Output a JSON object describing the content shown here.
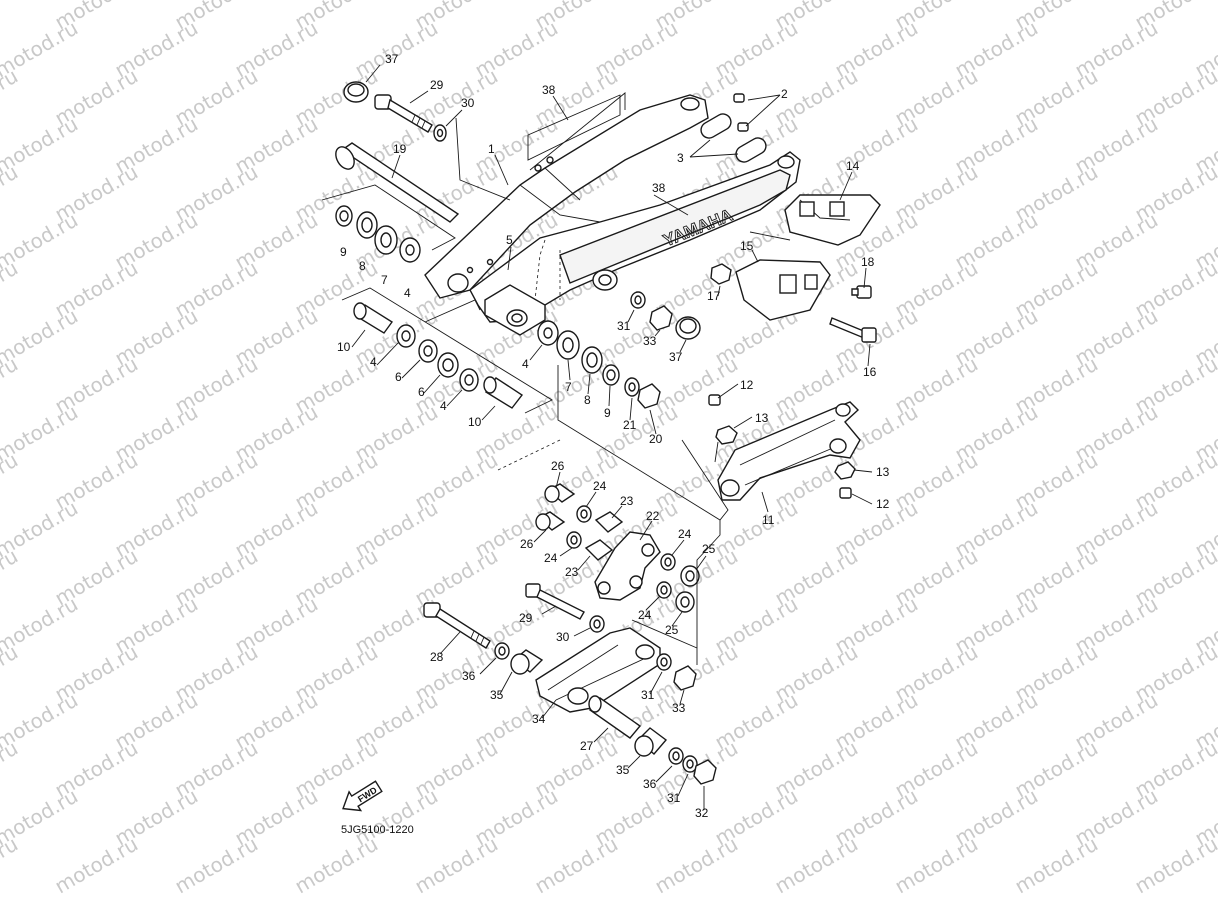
{
  "watermark": "motod.ru",
  "diagram_code": "5JG5100-1220",
  "fwd_label": "FWD",
  "brand_text": "YAMAHA",
  "callouts": {
    "c37a": "37",
    "c29a": "29",
    "c30a": "30",
    "c38a": "38",
    "c2": "2",
    "c3": "3",
    "c1": "1",
    "c19": "19",
    "c14": "14",
    "c38b": "38",
    "c9a": "9",
    "c8a": "8",
    "c7a": "7",
    "c4a": "4",
    "c5": "5",
    "c15": "15",
    "c17": "17",
    "c18": "18",
    "c10a": "10",
    "c4b": "4",
    "c6a": "6",
    "c6b": "6",
    "c4c": "4",
    "c10b": "10",
    "c31a": "31",
    "c33a": "33",
    "c37b": "37",
    "c16": "16",
    "c4d": "4",
    "c7b": "7",
    "c8b": "8",
    "c9b": "9",
    "c21": "21",
    "c20": "20",
    "c12a": "12",
    "c13a": "13",
    "c13b": "13",
    "c12b": "12",
    "c11": "11",
    "c26a": "26",
    "c24a": "24",
    "c23a": "23",
    "c22": "22",
    "c26b": "26",
    "c24b": "24",
    "c23b": "23",
    "c24c": "24",
    "c25a": "25",
    "c24d": "24",
    "c25b": "25",
    "c29b": "29",
    "c30b": "30",
    "c28": "28",
    "c36a": "36",
    "c35a": "35",
    "c34": "34",
    "c31b": "31",
    "c33b": "33",
    "c27": "27",
    "c35b": "35",
    "c36b": "36",
    "c31c": "31",
    "c32": "32"
  }
}
